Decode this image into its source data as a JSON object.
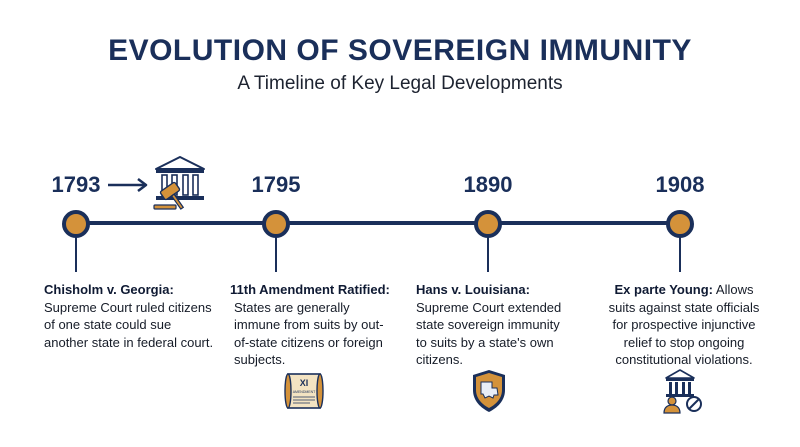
{
  "title": "EVOLUTION OF SOVEREIGN IMMUNITY",
  "subtitle": "A Timeline of Key Legal Developments",
  "colors": {
    "navy": "#1a2f5a",
    "accent": "#d4923a"
  },
  "events": [
    {
      "year": "1793",
      "heading": "Chisholm v. Georgia:",
      "text": "Supreme Court ruled citizens of one state could sue another state in federal court.",
      "icon": "courthouse-gavel-icon"
    },
    {
      "year": "1795",
      "heading": "11th Amendment Ratified:",
      "text": "States are generally immune from suits by out-of-state citizens or foreign subjects.",
      "icon": "amendment-scroll-icon",
      "icon_text": "XI",
      "icon_subtext": "AMENDMENT"
    },
    {
      "year": "1890",
      "heading": "Hans v. Louisiana:",
      "text": "Supreme Court extended state sovereign immunity to suits by a state's own citizens.",
      "icon": "louisiana-shield-icon"
    },
    {
      "year": "1908",
      "heading": "Ex parte Young:",
      "text": "Allows suits against state officials for prospective injunctive relief to stop ongoing constitutional violations.",
      "icon": "official-prohibition-icon"
    }
  ]
}
